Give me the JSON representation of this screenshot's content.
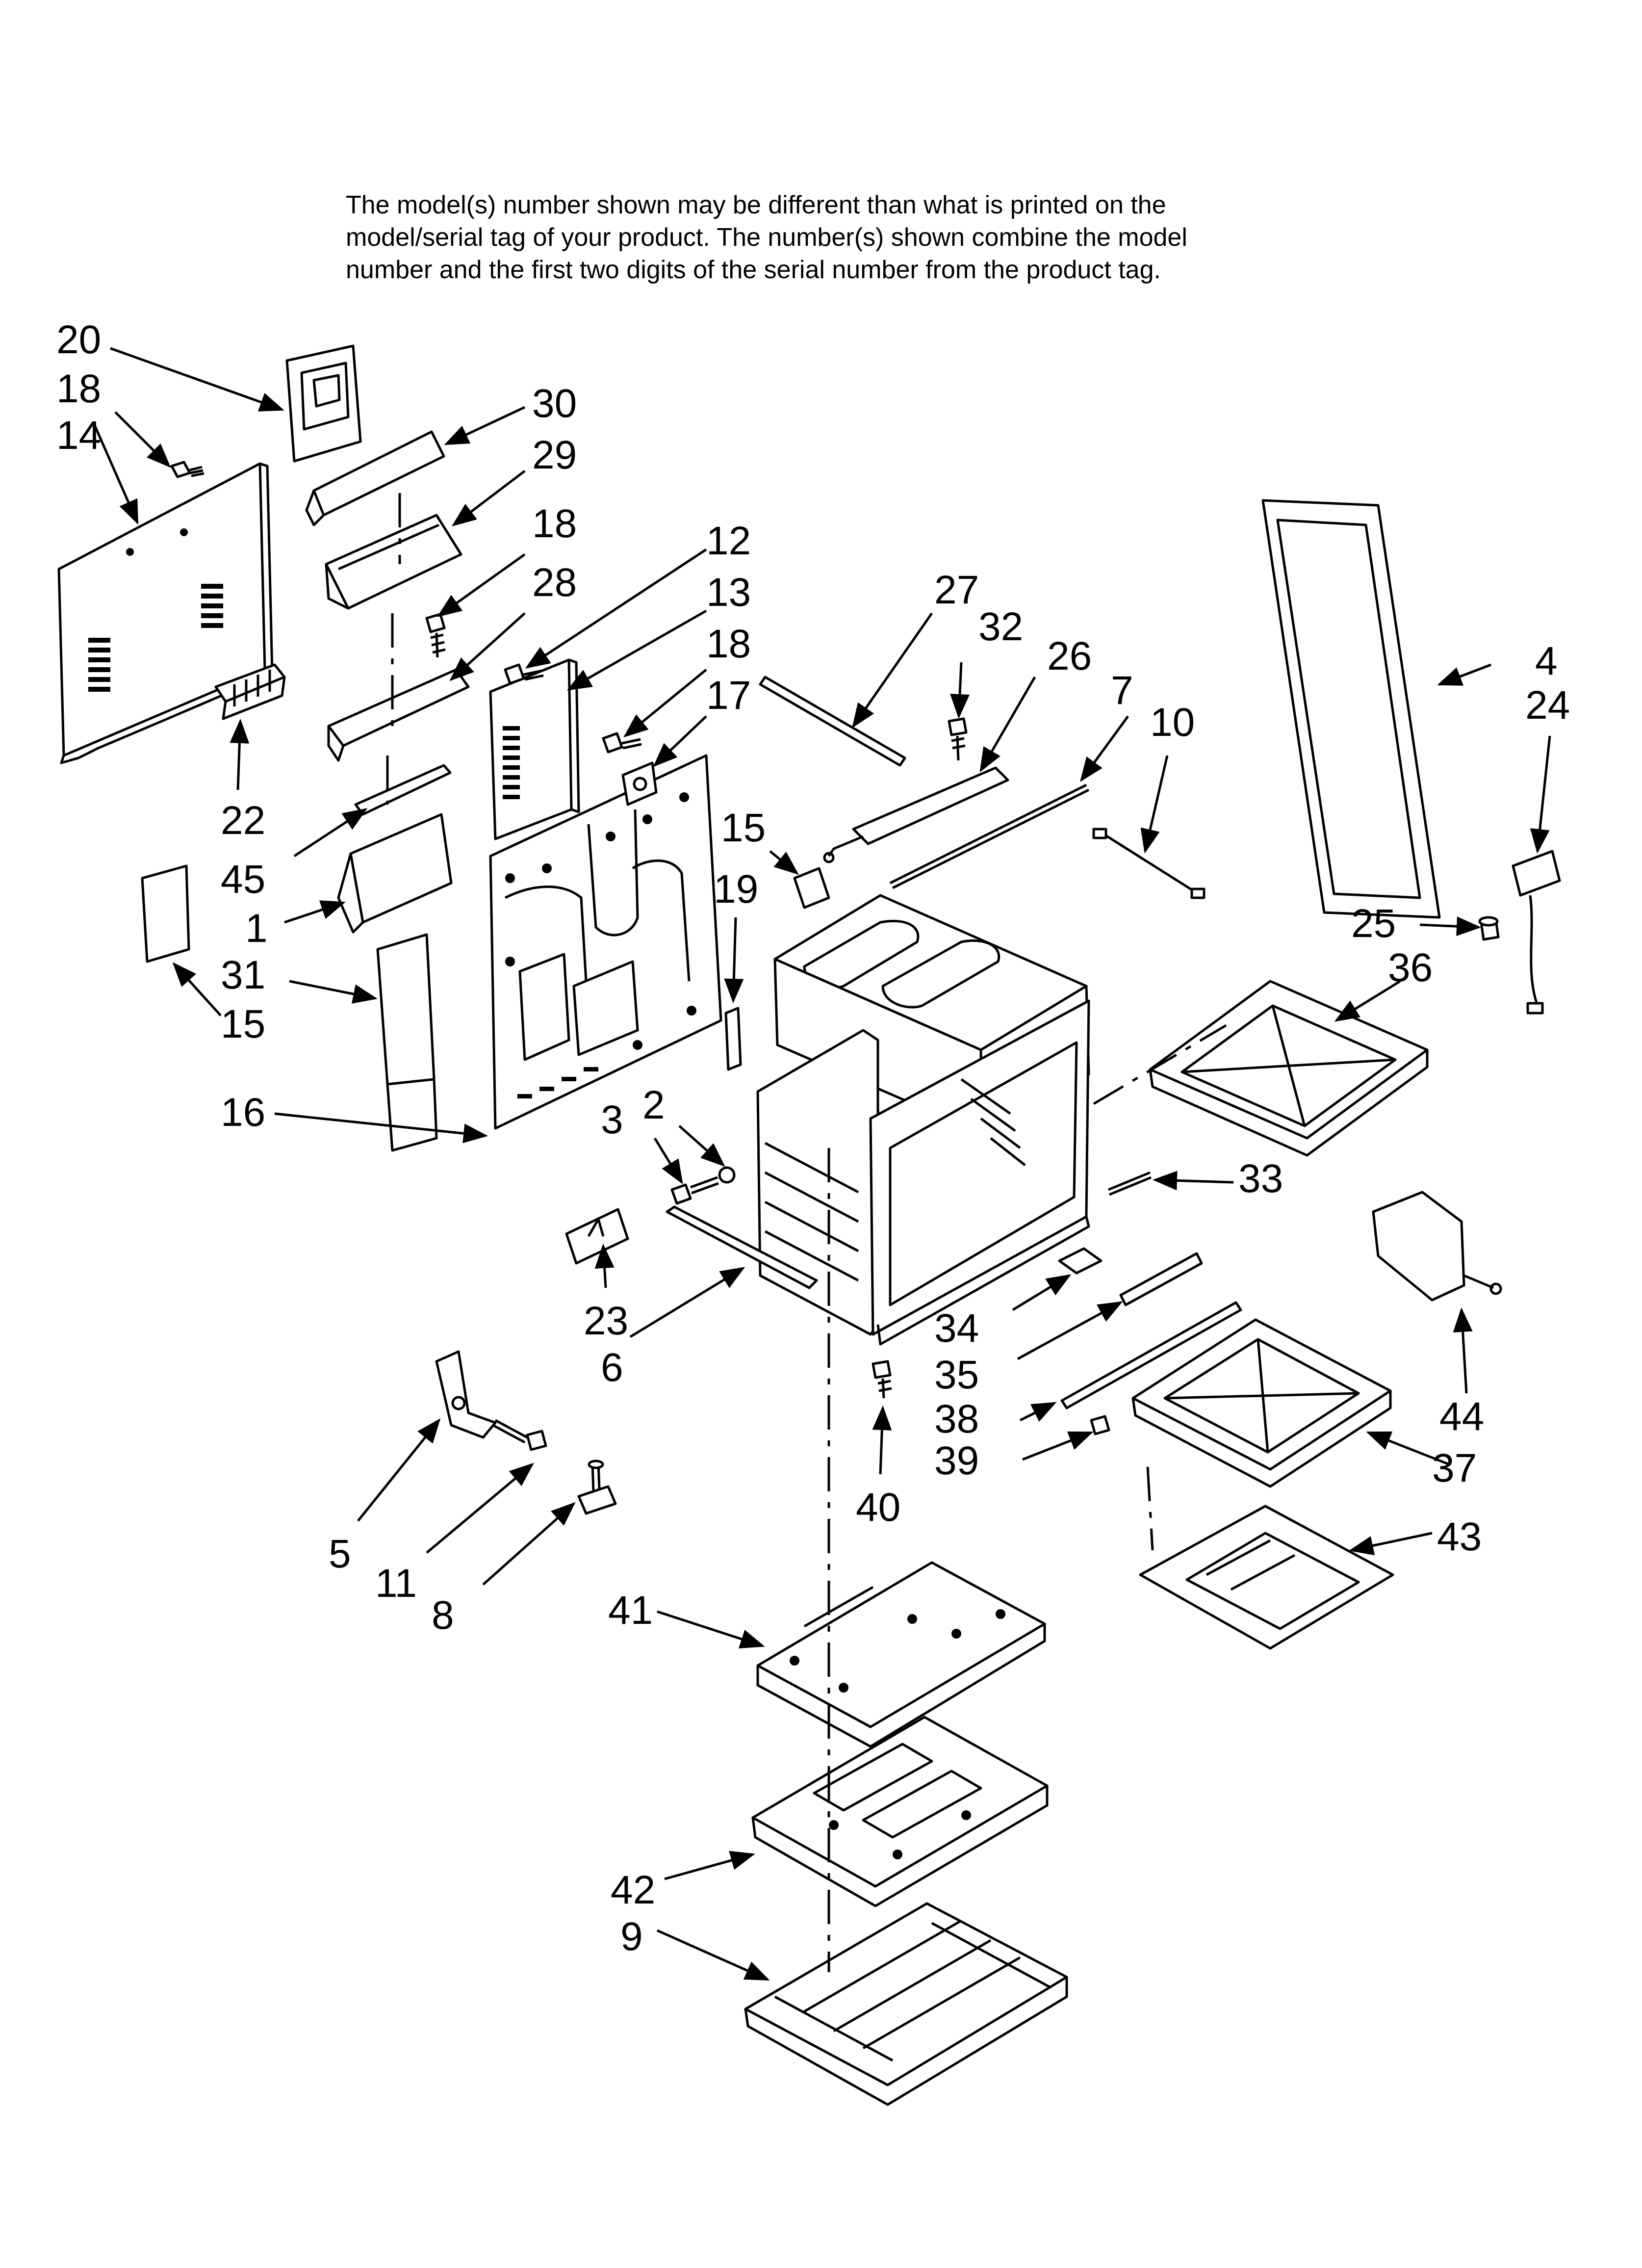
{
  "notice_lines": [
    "The model(s) number shown may be different than what is printed on the",
    "model/serial tag of your product. The number(s) shown combine the model",
    "number and the first two digits of the serial number from the product tag."
  ],
  "callouts": [
    "1",
    "2",
    "3",
    "4",
    "5",
    "6",
    "7",
    "8",
    "9",
    "10",
    "11",
    "12",
    "13",
    "14",
    "15",
    "15",
    "16",
    "17",
    "18",
    "18",
    "18",
    "19",
    "20",
    "22",
    "23",
    "24",
    "25",
    "26",
    "27",
    "28",
    "29",
    "30",
    "31",
    "32",
    "33",
    "34",
    "35",
    "36",
    "37",
    "38",
    "39",
    "40",
    "41",
    "42",
    "43",
    "44",
    "45"
  ],
  "icons": [
    "arrow-leader-icon",
    "screw-icon",
    "leveling-leg-icon",
    "door-gasket-icon",
    "oven-cavity-icon"
  ]
}
